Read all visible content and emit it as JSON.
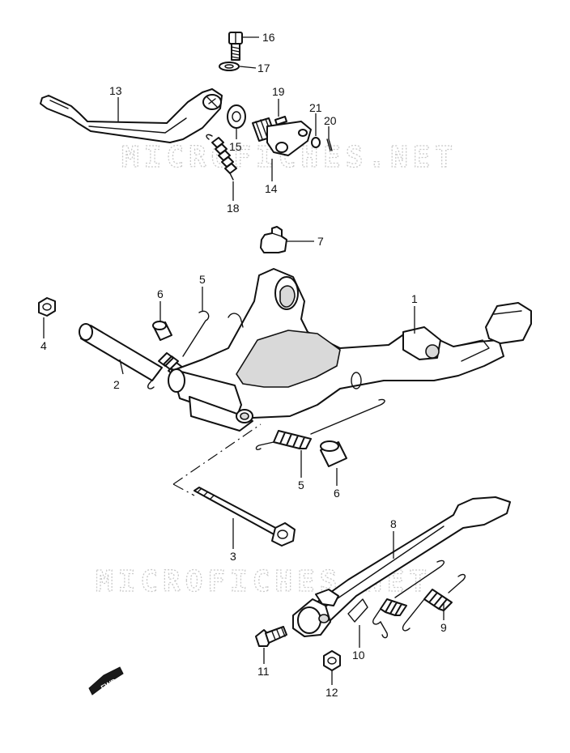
{
  "watermark": "MICROFICHES.NET",
  "fwd_label": "FWD",
  "callouts": [
    {
      "id": "c1",
      "text": "1"
    },
    {
      "id": "c2",
      "text": "2"
    },
    {
      "id": "c3",
      "text": "3"
    },
    {
      "id": "c4",
      "text": "4"
    },
    {
      "id": "c5a",
      "text": "5"
    },
    {
      "id": "c5b",
      "text": "5"
    },
    {
      "id": "c6a",
      "text": "6"
    },
    {
      "id": "c6b",
      "text": "6"
    },
    {
      "id": "c7",
      "text": "7"
    },
    {
      "id": "c8",
      "text": "8"
    },
    {
      "id": "c9",
      "text": "9"
    },
    {
      "id": "c10",
      "text": "10"
    },
    {
      "id": "c11",
      "text": "11"
    },
    {
      "id": "c12",
      "text": "12"
    },
    {
      "id": "c13",
      "text": "13"
    },
    {
      "id": "c14",
      "text": "14"
    },
    {
      "id": "c15",
      "text": "15"
    },
    {
      "id": "c16",
      "text": "16"
    },
    {
      "id": "c17",
      "text": "17"
    },
    {
      "id": "c18",
      "text": "18"
    },
    {
      "id": "c19",
      "text": "19"
    },
    {
      "id": "c20",
      "text": "20"
    },
    {
      "id": "c21",
      "text": "21"
    }
  ]
}
